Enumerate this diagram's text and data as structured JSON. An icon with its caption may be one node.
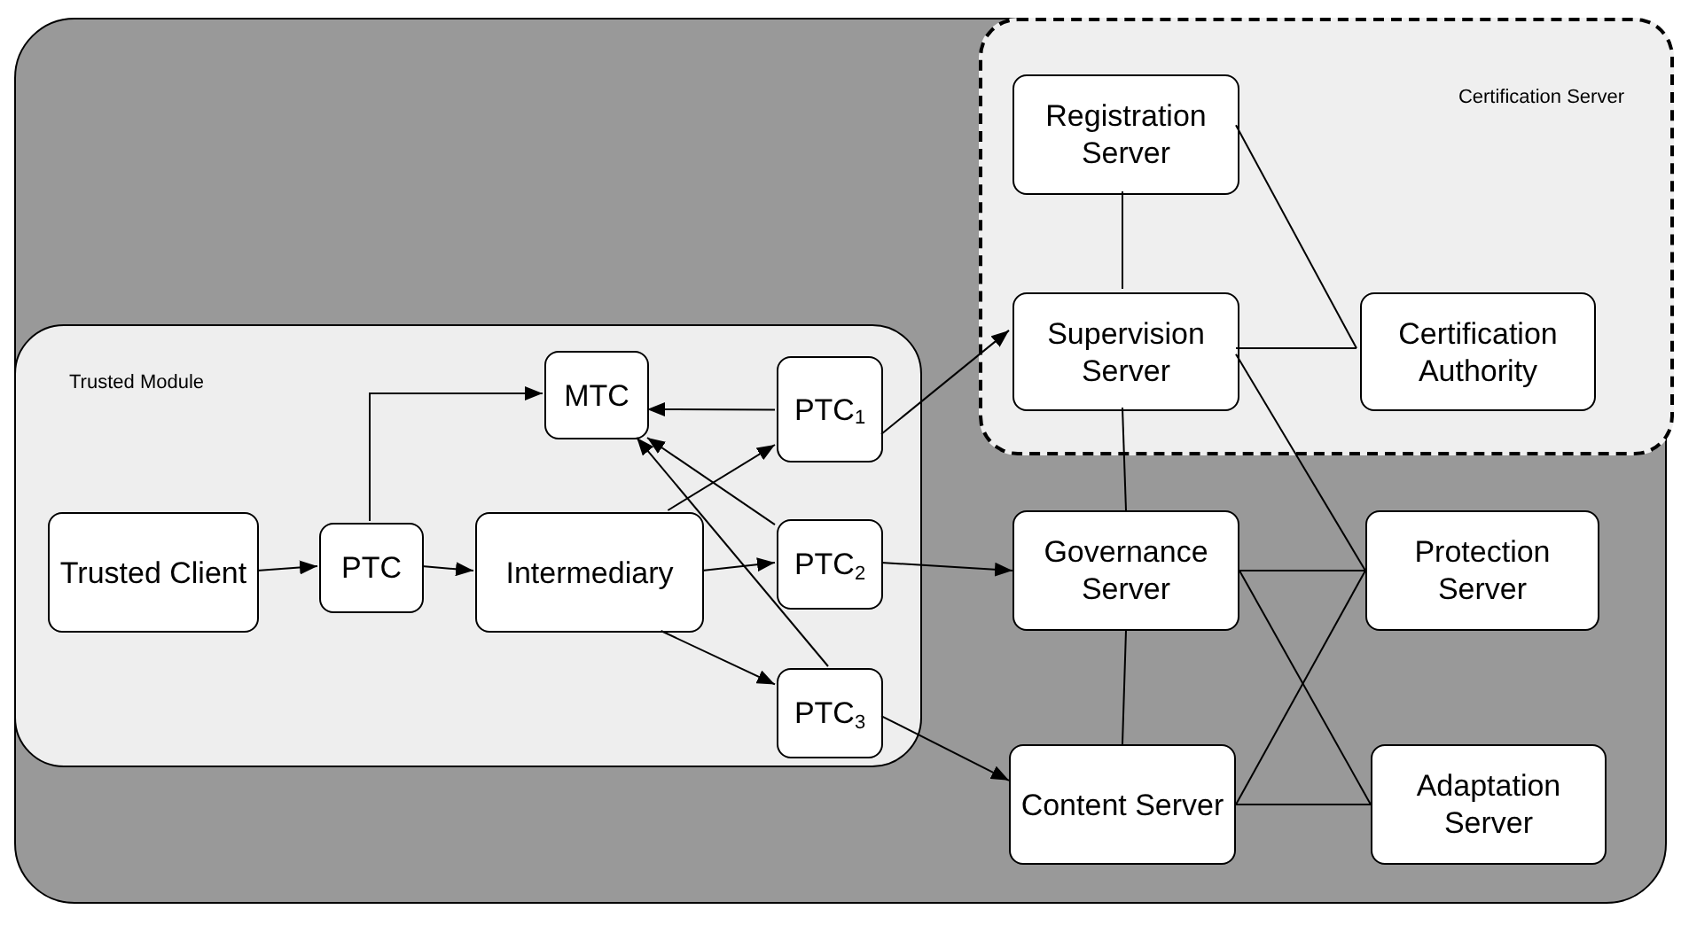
{
  "diagram": {
    "nodes": [
      {
        "text": [
          "Trusted Module"
        ]
      },
      {
        "text": [
          "Trusted Client"
        ],
        "in": 0
      },
      {
        "text": [
          "PTC"
        ],
        "in": 0
      },
      {
        "text": [
          "MTC"
        ],
        "in": 0
      },
      {
        "text": [
          "Intermediary"
        ],
        "in": 0
      },
      {
        "text": [
          "PTC$_{1}$"
        ],
        "in": 0
      },
      {
        "text": [
          "PTC$_{2}$"
        ],
        "in": 0
      },
      {
        "text": [
          "PTC$_{3}$"
        ],
        "in": 0
      },
      {
        "text": [
          "Certification Server"
        ]
      },
      {
        "text": [
          "Registration Server"
        ],
        "in": 8
      },
      {
        "text": [
          "Supervision Server"
        ],
        "in": 8
      },
      {
        "text": [
          "Certification Authority"
        ],
        "in": 8
      },
      {
        "text": [
          "Governance Server"
        ]
      },
      {
        "text": [
          "Protection Server"
        ]
      },
      {
        "text": [
          "Content Server"
        ]
      },
      {
        "text": [
          "Adaptation Server"
        ]
      }
    ],
    "edges": [
      {
        "from": 1,
        "to": 2,
        "arrow": "to"
      },
      {
        "from": 2,
        "to": 4,
        "arrow": "to"
      },
      {
        "from": 2,
        "to": 3,
        "arrow": "to"
      },
      {
        "from": 5,
        "to": 3,
        "arrow": "to"
      },
      {
        "from": 6,
        "to": 3,
        "arrow": "to"
      },
      {
        "from": 7,
        "to": 3,
        "arrow": "to"
      },
      {
        "from": 4,
        "to": 5,
        "arrow": "to"
      },
      {
        "from": 4,
        "to": 6,
        "arrow": "to"
      },
      {
        "from": 4,
        "to": 7,
        "arrow": "to"
      },
      {
        "from": 5,
        "to": 10,
        "arrow": "to"
      },
      {
        "from": 6,
        "to": 12,
        "arrow": "to"
      },
      {
        "from": 7,
        "to": 14,
        "arrow": "to"
      },
      {
        "from": 9,
        "to": 10,
        "arrow": "none"
      },
      {
        "from": 9,
        "to": 11,
        "arrow": "none"
      },
      {
        "from": 10,
        "to": 11,
        "arrow": "none"
      },
      {
        "from": 10,
        "to": 12,
        "arrow": "none"
      },
      {
        "from": 10,
        "to": 13,
        "arrow": "none"
      },
      {
        "from": 12,
        "to": 13,
        "arrow": "none"
      },
      {
        "from": 12,
        "to": 15,
        "arrow": "none"
      },
      {
        "from": 12,
        "to": 14,
        "arrow": "none"
      },
      {
        "from": 14,
        "to": 13,
        "arrow": "none"
      },
      {
        "from": 14,
        "to": 15,
        "arrow": "none"
      }
    ]
  }
}
